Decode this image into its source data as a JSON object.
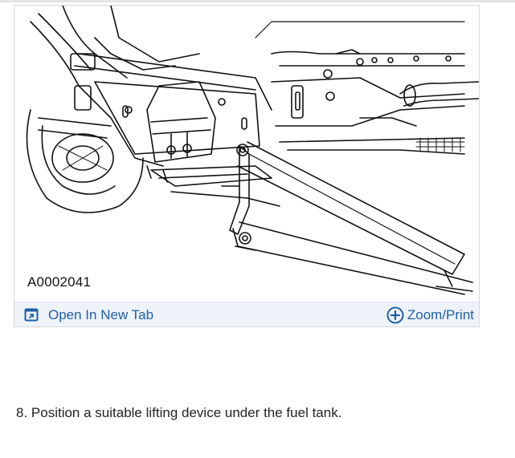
{
  "figure": {
    "label": "A0002041",
    "open_tab_label": "Open In New Tab",
    "zoom_label": "Zoom/Print",
    "open_tab_icon": "open-external-icon",
    "zoom_icon": "plus-circle-icon",
    "link_color": "#1f5fa6",
    "bar_color": "#eef3f9"
  },
  "instructions": {
    "step_text": "8. Position a suitable lifting device under the fuel tank."
  }
}
